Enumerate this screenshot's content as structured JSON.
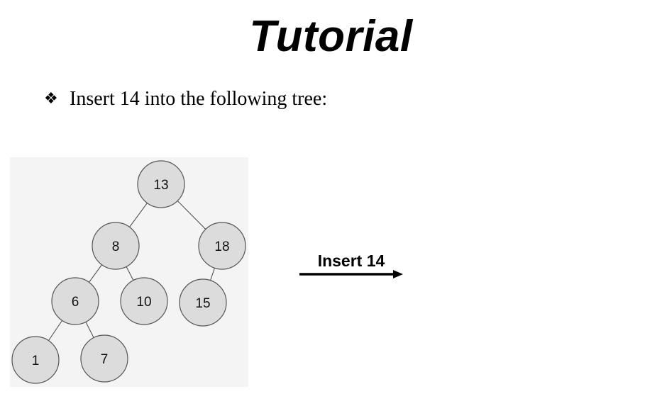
{
  "title": "Tutorial",
  "instruction": {
    "bullet_icon": "four-diamond-bullet-icon",
    "text": "Insert 14 into the following tree:"
  },
  "tree": {
    "type": "binary-search-tree",
    "nodes": [
      {
        "id": "n13",
        "value": "13"
      },
      {
        "id": "n8",
        "value": "8"
      },
      {
        "id": "n18",
        "value": "18"
      },
      {
        "id": "n6",
        "value": "6"
      },
      {
        "id": "n10",
        "value": "10"
      },
      {
        "id": "n15",
        "value": "15"
      },
      {
        "id": "n1",
        "value": "1"
      },
      {
        "id": "n7",
        "value": "7"
      }
    ],
    "edges": [
      {
        "from": "n13",
        "to": "n8"
      },
      {
        "from": "n13",
        "to": "n18"
      },
      {
        "from": "n8",
        "to": "n6"
      },
      {
        "from": "n8",
        "to": "n10"
      },
      {
        "from": "n18",
        "to": "n15"
      },
      {
        "from": "n6",
        "to": "n1"
      },
      {
        "from": "n6",
        "to": "n7"
      }
    ],
    "node_fill": "#dcdcdc",
    "node_stroke": "#555555"
  },
  "arrow": {
    "label": "Insert 14",
    "icon": "right-arrow-icon"
  }
}
